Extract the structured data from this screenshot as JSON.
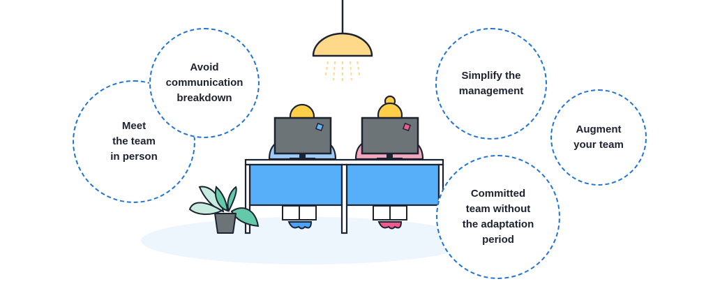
{
  "bubbles": {
    "meet": "Meet\nthe team\nin person",
    "avoid": "Avoid\ncommunication\nbreakdown",
    "simplify": "Simplify the\nmanagement",
    "augment": "Augment\nyour team",
    "committed": "Committed\nteam without\nthe adaptation\nperiod"
  },
  "icons": {
    "lamp": "ceiling-lamp-icon",
    "plant": "potted-plant-icon",
    "monitor": "monitor-icon",
    "desk": "desk-icon",
    "person": "person-icon"
  },
  "colors": {
    "dashed_border": "#1f73d6",
    "desk_panel": "#57aef9",
    "lamp_shade": "#ffd98a",
    "person_head": "#ffcf4a",
    "person_left_shirt": "#9fcbf5",
    "person_right_shirt": "#f4a7bf",
    "monitor": "#6d7478",
    "plant": "#63c9a8",
    "floor": "#edf5fd"
  }
}
